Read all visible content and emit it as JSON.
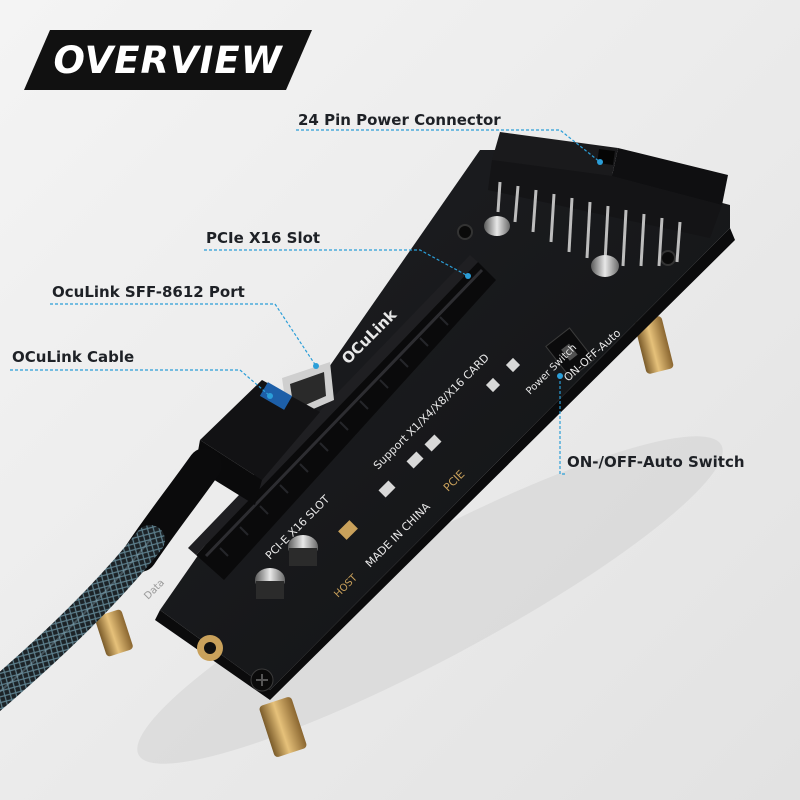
{
  "banner": {
    "title": "OVERVIEW"
  },
  "callouts": {
    "power_connector": "24 Pin Power Connector",
    "pcie_slot": "PCIe X16 Slot",
    "oculink_port": "OcuLink SFF-8612 Port",
    "oculink_cable": "OCuLink Cable",
    "switch": "ON-/OFF-Auto Switch"
  },
  "board_print": {
    "brand": "OCuLink",
    "slot_label": "PCI-E X16 SLOT",
    "support": "Support X1/X4/X8/X16 CARD",
    "made_in": "MADE IN CHINA",
    "pcie": "PCIE",
    "power_switch": "Power Switch",
    "switch_modes": "ON-OFF-Auto",
    "cable_side": "Data",
    "host": "HOST"
  },
  "colors": {
    "background": "#ececec",
    "banner": "#111111",
    "board": "#17181b",
    "callout_line": "#2b9ed8",
    "label_text": "#1e2126",
    "silkscreen": "#e8e8e8",
    "gold": "#c9a15b"
  }
}
